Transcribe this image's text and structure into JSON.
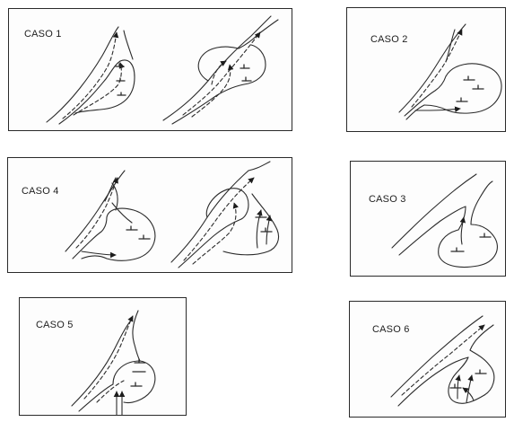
{
  "panels": {
    "caso1": {
      "label": "CASO 1"
    },
    "caso2": {
      "label": "CASO 2"
    },
    "caso3": {
      "label": "CASO 3"
    },
    "caso4": {
      "label": "CASO 4"
    },
    "caso5": {
      "label": "CASO 5"
    },
    "caso6": {
      "label": "CASO 6"
    }
  },
  "colors": {
    "line": "#2b2b2b",
    "border": "#2a2a2a",
    "background": "#ffffff"
  }
}
